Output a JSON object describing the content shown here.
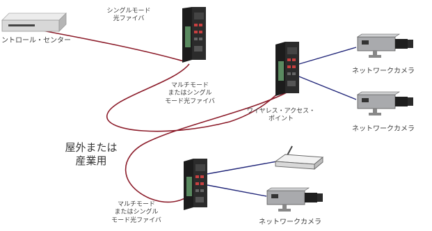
{
  "labels": {
    "control_center": "ントロール・センター",
    "single_mode_fiber": [
      "シングルモード",
      "光ファイバ"
    ],
    "multi_or_single_fiber_1": [
      "マルチモード",
      "またはシングル",
      "モード光ファイバ"
    ],
    "multi_or_single_fiber_2": [
      "マルチモード",
      "またはシングル",
      "モード光ファイバ"
    ],
    "wireless_ap": [
      "ワイヤレス・アクセス・",
      "ポイント"
    ],
    "outdoor_industrial": [
      "屋外または",
      "産業用"
    ],
    "camera_1": "ネットワークカメラ",
    "camera_2": "ネットワークカメラ",
    "camera_3": "ネットワークカメラ"
  },
  "colors": {
    "fiber": "#8c1c2a",
    "copper": "#23287a",
    "switch_body": "#2b2b2b",
    "switch_port": "#c84040",
    "switch_module": "#5a8a60",
    "camera_body": "#a9aaad",
    "camera_dark": "#1e1e1e"
  }
}
